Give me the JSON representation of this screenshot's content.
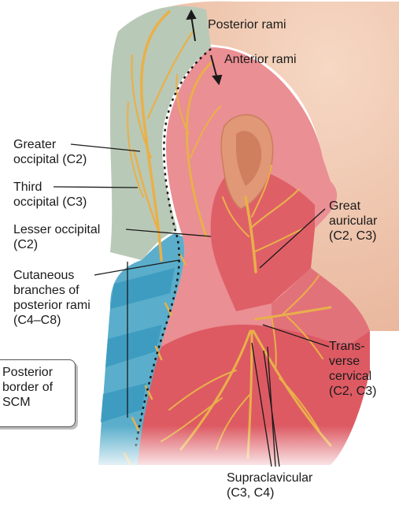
{
  "labels": {
    "posterior_rami": "Posterior rami",
    "anterior_rami": "Anterior rami",
    "greater_occipital": "Greater\noccipital (C2)",
    "third_occipital": "Third\noccipital (C3)",
    "lesser_occipital": "Lesser occipital\n(C2)",
    "cutaneous_branches": "Cutaneous\nbranches of\nposterior rami\n(C4–C8)",
    "posterior_border_scm": "Posterior\nborder of\nSCM",
    "great_auricular": "Great\nauricular\n(C2, C3)",
    "transverse_cervical": "Trans-\nverse\ncervical\n(C2, C3)",
    "supraclavicular": "Supraclavicular\n(C3, C4)"
  },
  "colors": {
    "skin": "#f2c9b1",
    "posterior_region": "#b8c8b8",
    "anterior_region": "#e8858a",
    "dermatome_blue_light": "#6fb7cf",
    "dermatome_blue_dark": "#3f9bbd",
    "deep_red": "#d9545d",
    "nerve": "#e9b04a",
    "ear": "#e29a78"
  }
}
